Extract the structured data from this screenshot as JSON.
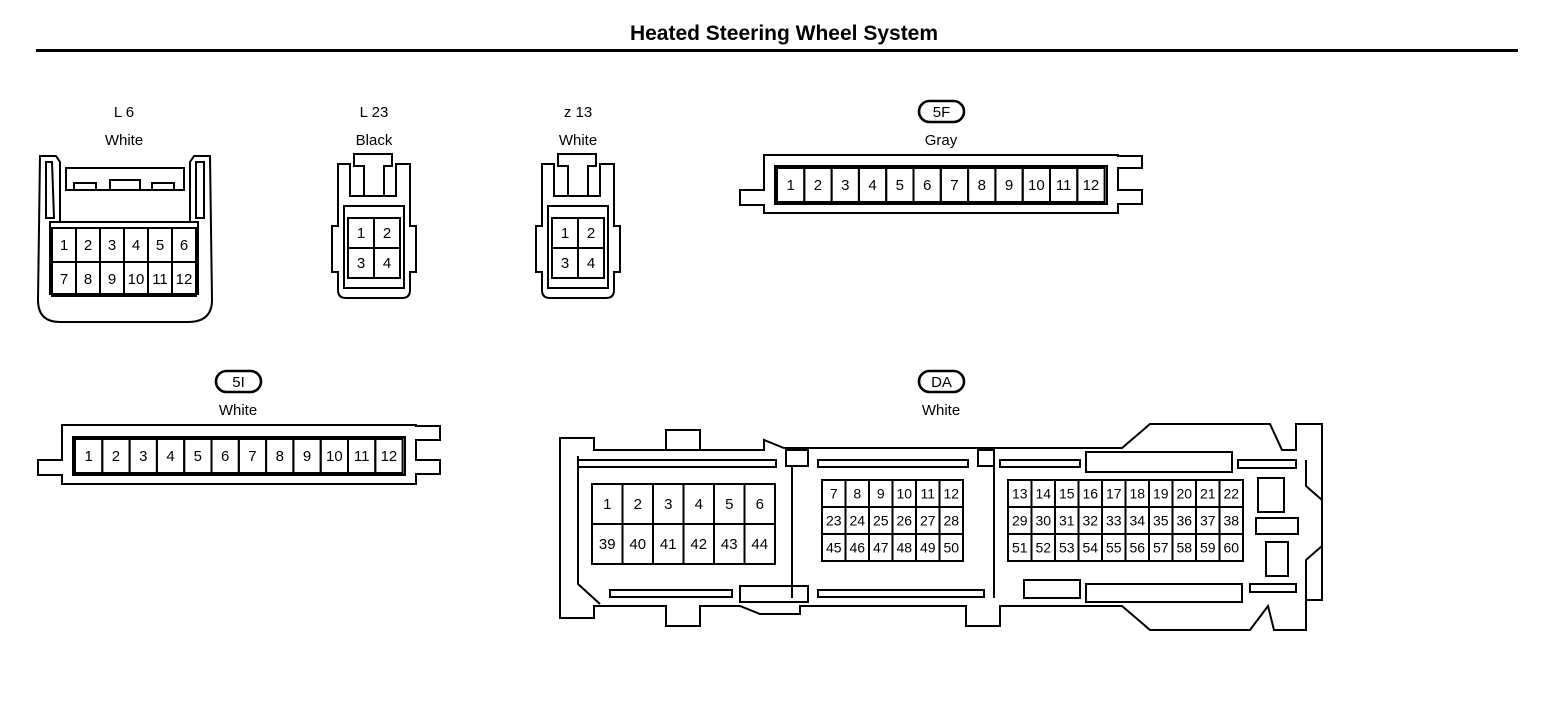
{
  "title": "Heated Steering Wheel System",
  "connectors": {
    "l6": {
      "code": "L 6",
      "color": "White",
      "rows": [
        [
          "1",
          "2",
          "3",
          "4",
          "5",
          "6"
        ],
        [
          "7",
          "8",
          "9",
          "10",
          "11",
          "12"
        ]
      ]
    },
    "l23": {
      "code": "L 23",
      "color": "Black",
      "rows": [
        [
          "1",
          "2"
        ],
        [
          "3",
          "4"
        ]
      ]
    },
    "z13": {
      "code": "z 13",
      "color": "White",
      "rows": [
        [
          "1",
          "2"
        ],
        [
          "3",
          "4"
        ]
      ]
    },
    "5f": {
      "code": "5F",
      "color": "Gray",
      "pins": [
        "1",
        "2",
        "3",
        "4",
        "5",
        "6",
        "7",
        "8",
        "9",
        "10",
        "11",
        "12"
      ]
    },
    "5i": {
      "code": "5I",
      "color": "White",
      "pins": [
        "1",
        "2",
        "3",
        "4",
        "5",
        "6",
        "7",
        "8",
        "9",
        "10",
        "11",
        "12"
      ]
    },
    "da": {
      "code": "DA",
      "color": "White",
      "blockA": [
        [
          "1",
          "2",
          "3",
          "4",
          "5",
          "6"
        ],
        [
          "39",
          "40",
          "41",
          "42",
          "43",
          "44"
        ]
      ],
      "blockB": [
        [
          "7",
          "8",
          "9",
          "10",
          "11",
          "12"
        ],
        [
          "23",
          "24",
          "25",
          "26",
          "27",
          "28"
        ],
        [
          "45",
          "46",
          "47",
          "48",
          "49",
          "50"
        ]
      ],
      "blockC": [
        [
          "13",
          "14",
          "15",
          "16",
          "17",
          "18",
          "19",
          "20",
          "21",
          "22"
        ],
        [
          "29",
          "30",
          "31",
          "32",
          "33",
          "34",
          "35",
          "36",
          "37",
          "38"
        ],
        [
          "51",
          "52",
          "53",
          "54",
          "55",
          "56",
          "57",
          "58",
          "59",
          "60"
        ]
      ]
    }
  }
}
